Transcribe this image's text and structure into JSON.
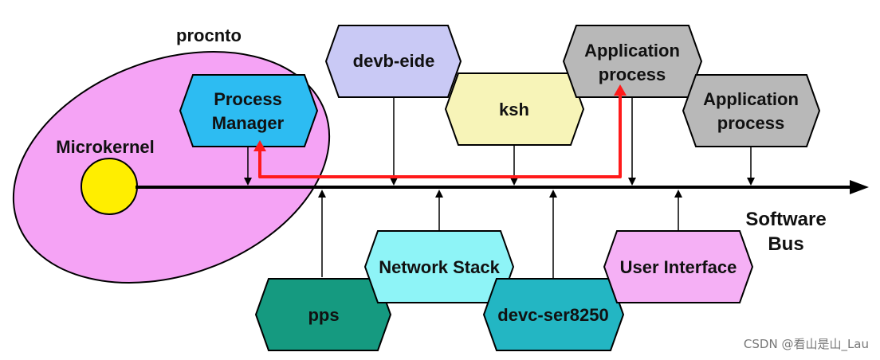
{
  "diagram": {
    "procnto_label": "procnto",
    "microkernel_label": "Microkernel",
    "process_manager": [
      "Process",
      "Manager"
    ],
    "devb_eide": "devb-eide",
    "ksh": "ksh",
    "app_process_1": [
      "Application",
      "process"
    ],
    "app_process_2": [
      "Application",
      "process"
    ],
    "pps": "pps",
    "network_stack": "Network Stack",
    "devc_ser8250": "devc-ser8250",
    "user_interface": "User Interface",
    "software_bus": [
      "Software",
      "Bus"
    ]
  },
  "colors": {
    "procnto_fill": "#f5a3f5",
    "microkernel_fill": "#ffee00",
    "process_manager_fill": "#2dbcf2",
    "devb_eide_fill": "#c9c9f5",
    "ksh_fill": "#f7f4b8",
    "app_process_fill": "#b8b8b8",
    "pps_fill": "#159a80",
    "network_stack_fill": "#8ef4f7",
    "devc_ser8250_fill": "#23b6c3",
    "user_interface_fill": "#f5b0f5",
    "message_path": "#ff1a1a"
  },
  "watermark": "CSDN @看山是山_Lau"
}
